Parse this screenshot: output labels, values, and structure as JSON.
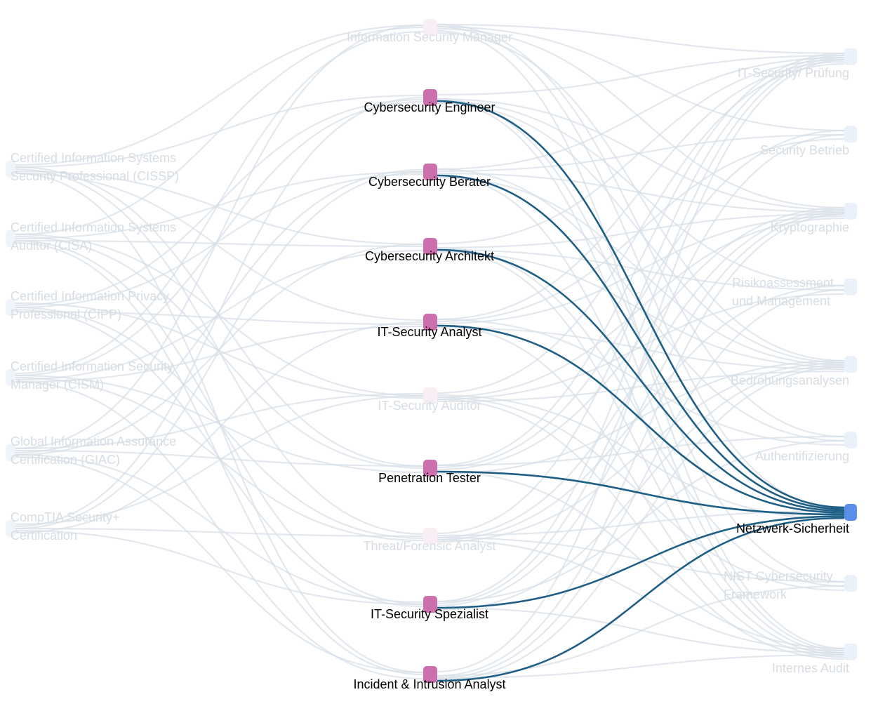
{
  "colors": {
    "link_faded": "#d5dee7",
    "link_active": "#1f5f86",
    "cert_node_faded": "#eef4fa",
    "role_node_active": "#cc6fac",
    "role_node_faded": "#f8eef4",
    "skill_node_faded": "#eaf1fb",
    "skill_node_active": "#5b8ee8",
    "label_faded": "#d6dbe0",
    "label_active": "#000000"
  },
  "certifications": [
    {
      "id": "cissp",
      "lines": [
        "Certified Information Systems",
        "Security Professional (CISSP)"
      ]
    },
    {
      "id": "cisa",
      "lines": [
        "Certified Information Systems",
        "Auditor (CISA)"
      ]
    },
    {
      "id": "cipp",
      "lines": [
        "Certified Information Privacy",
        "Professional (CIPP)"
      ]
    },
    {
      "id": "cism",
      "lines": [
        "Certified Information Security",
        "Manager (CISM)"
      ]
    },
    {
      "id": "giac",
      "lines": [
        "Global Information Assurance",
        "Certification (GIAC)"
      ]
    },
    {
      "id": "secplus",
      "lines": [
        "CompTIA Security+",
        "Certification"
      ]
    }
  ],
  "roles": [
    {
      "id": "ism",
      "label": "Information Security Manager",
      "active": false
    },
    {
      "id": "engineer",
      "label": "Cybersecurity Engineer",
      "active": true
    },
    {
      "id": "berater",
      "label": "Cybersecurity Berater",
      "active": true
    },
    {
      "id": "architekt",
      "label": "Cybersecurity Architekt",
      "active": true
    },
    {
      "id": "analyst",
      "label": "IT-Security Analyst",
      "active": true
    },
    {
      "id": "auditor",
      "label": "IT-Security Auditor",
      "active": false
    },
    {
      "id": "pentester",
      "label": "Penetration Tester",
      "active": true
    },
    {
      "id": "forensic",
      "label": "Threat/Forensic Analyst",
      "active": false
    },
    {
      "id": "spezialist",
      "label": "IT-Security Spezialist",
      "active": true
    },
    {
      "id": "incident",
      "label": "Incident & Intrusion Analyst",
      "active": true
    }
  ],
  "skills": [
    {
      "id": "pruefung",
      "lines": [
        "IT-Security/ Prüfung"
      ],
      "active": false
    },
    {
      "id": "betrieb",
      "lines": [
        "Security Betrieb"
      ],
      "active": false
    },
    {
      "id": "krypto",
      "lines": [
        "Kryptographie"
      ],
      "active": false
    },
    {
      "id": "risiko",
      "lines": [
        "Risikoassessment",
        "und Management"
      ],
      "active": false
    },
    {
      "id": "bedrohung",
      "lines": [
        "Bedrohungsanalysen"
      ],
      "active": false
    },
    {
      "id": "auth",
      "lines": [
        "Authentifizierung"
      ],
      "active": false
    },
    {
      "id": "netzwerk",
      "lines": [
        "Netzwerk-Sicherheit"
      ],
      "active": true
    },
    {
      "id": "nist",
      "lines": [
        "NIST Cybersecurity",
        "Framework"
      ],
      "active": false
    },
    {
      "id": "audit",
      "lines": [
        "Internes Audit"
      ],
      "active": false
    }
  ],
  "highlighted_links": [
    {
      "from": "engineer",
      "to": "netzwerk"
    },
    {
      "from": "berater",
      "to": "netzwerk"
    },
    {
      "from": "architekt",
      "to": "netzwerk"
    },
    {
      "from": "analyst",
      "to": "netzwerk"
    },
    {
      "from": "pentester",
      "to": "netzwerk"
    },
    {
      "from": "spezialist",
      "to": "netzwerk"
    },
    {
      "from": "incident",
      "to": "netzwerk"
    }
  ]
}
